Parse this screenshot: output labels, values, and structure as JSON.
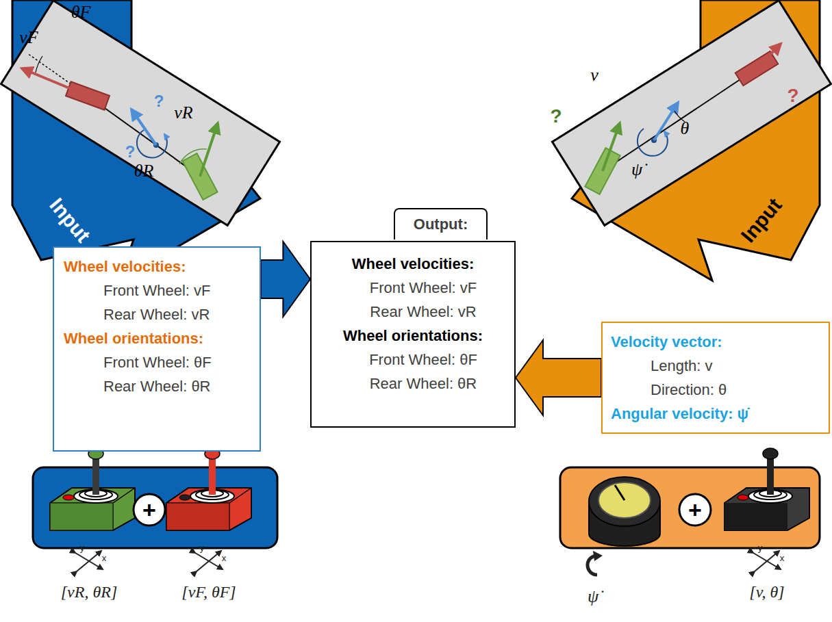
{
  "diagram": {
    "nodes": [
      {
        "text": [
          "Wheel velocities:",
          "Front Wheel: vF",
          "Rear Wheel: vR",
          "Wheel orientations:",
          "Front Wheel: θF",
          "Rear Wheel: θR"
        ]
      },
      {
        "text": [
          "Output:",
          "Wheel velocities:",
          "Front Wheel: vF",
          "Rear Wheel: vR",
          "Wheel orientations:",
          "Front Wheel: θF",
          "Rear Wheel: θR"
        ]
      },
      {
        "text": [
          "Velocity vector:",
          "Length: v",
          "Direction: θ",
          "Angular velocity: ψ̇"
        ]
      }
    ],
    "edges": [
      {
        "from": 0,
        "to": 1,
        "arrow": "to"
      },
      {
        "from": 2,
        "to": 1,
        "arrow": "to"
      }
    ],
    "labels": [
      "Input",
      "θF",
      "vF",
      "?",
      "?",
      "vR",
      "θR",
      "Input",
      "v",
      "θ",
      "ψ̇",
      "?",
      "?",
      "+",
      "y",
      "x",
      "y",
      "x",
      "[vR, θR]",
      "[vF, θF]",
      "+",
      "ψ̇",
      "y",
      "x",
      "[v, θ]"
    ]
  }
}
